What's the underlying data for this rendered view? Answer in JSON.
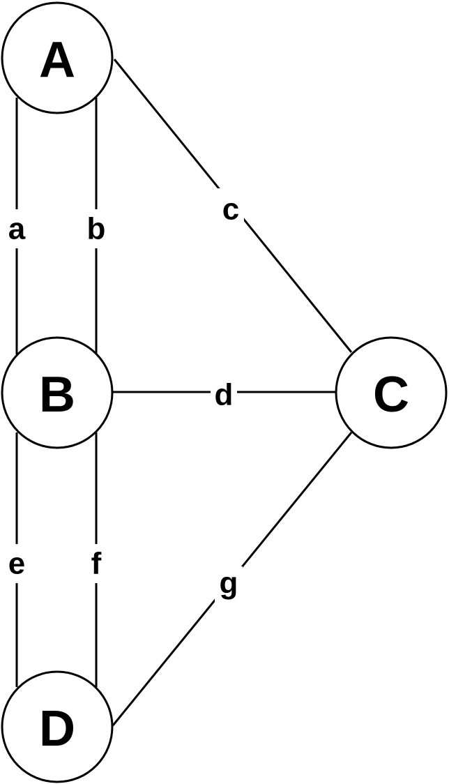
{
  "nodes": [
    {
      "id": "A",
      "label": "A"
    },
    {
      "id": "B",
      "label": "B"
    },
    {
      "id": "C",
      "label": "C"
    },
    {
      "id": "D",
      "label": "D"
    }
  ],
  "edges": [
    {
      "id": "a",
      "label": "a",
      "from": "A",
      "to": "B"
    },
    {
      "id": "b",
      "label": "b",
      "from": "A",
      "to": "B"
    },
    {
      "id": "c",
      "label": "c",
      "from": "A",
      "to": "C"
    },
    {
      "id": "d",
      "label": "d",
      "from": "B",
      "to": "C"
    },
    {
      "id": "e",
      "label": "e",
      "from": "B",
      "to": "D"
    },
    {
      "id": "f",
      "label": "f",
      "from": "B",
      "to": "D"
    },
    {
      "id": "g",
      "label": "g",
      "from": "C",
      "to": "D"
    }
  ],
  "colors": {
    "stroke": "#000000",
    "background": "#ffffff"
  }
}
